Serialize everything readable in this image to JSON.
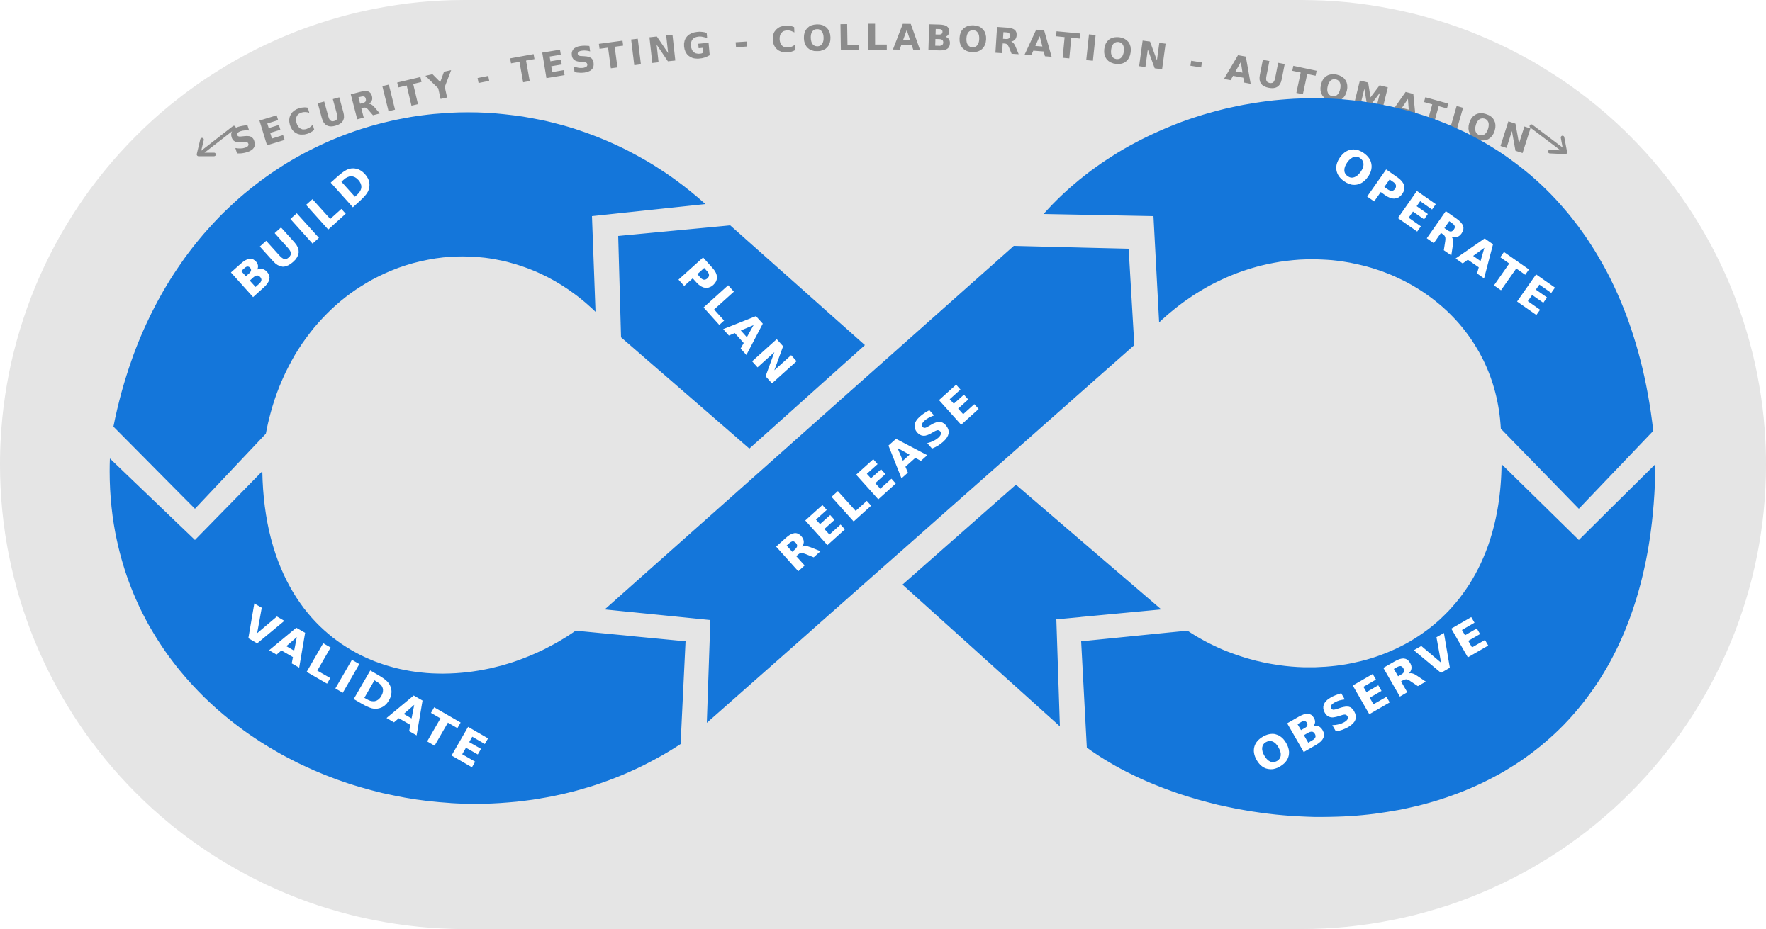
{
  "colors": {
    "background_pill": "#e5e5e5",
    "segment": "#1476da",
    "segment_text": "#ffffff",
    "arc_text": "#8c8c8c"
  },
  "arc_text": {
    "items": [
      "SECURITY",
      "TESTING",
      "COLLABORATION",
      "AUTOMATION"
    ],
    "full": "SECURITY - TESTING - COLLABORATION - AUTOMATION",
    "left_arrow": "double-headed-arrow-left",
    "right_arrow": "double-headed-arrow-right"
  },
  "stages": {
    "plan": "PLAN",
    "build": "BUILD",
    "validate": "VALIDATE",
    "release": "RELEASE",
    "operate": "OPERATE",
    "observe": "OBSERVE"
  }
}
